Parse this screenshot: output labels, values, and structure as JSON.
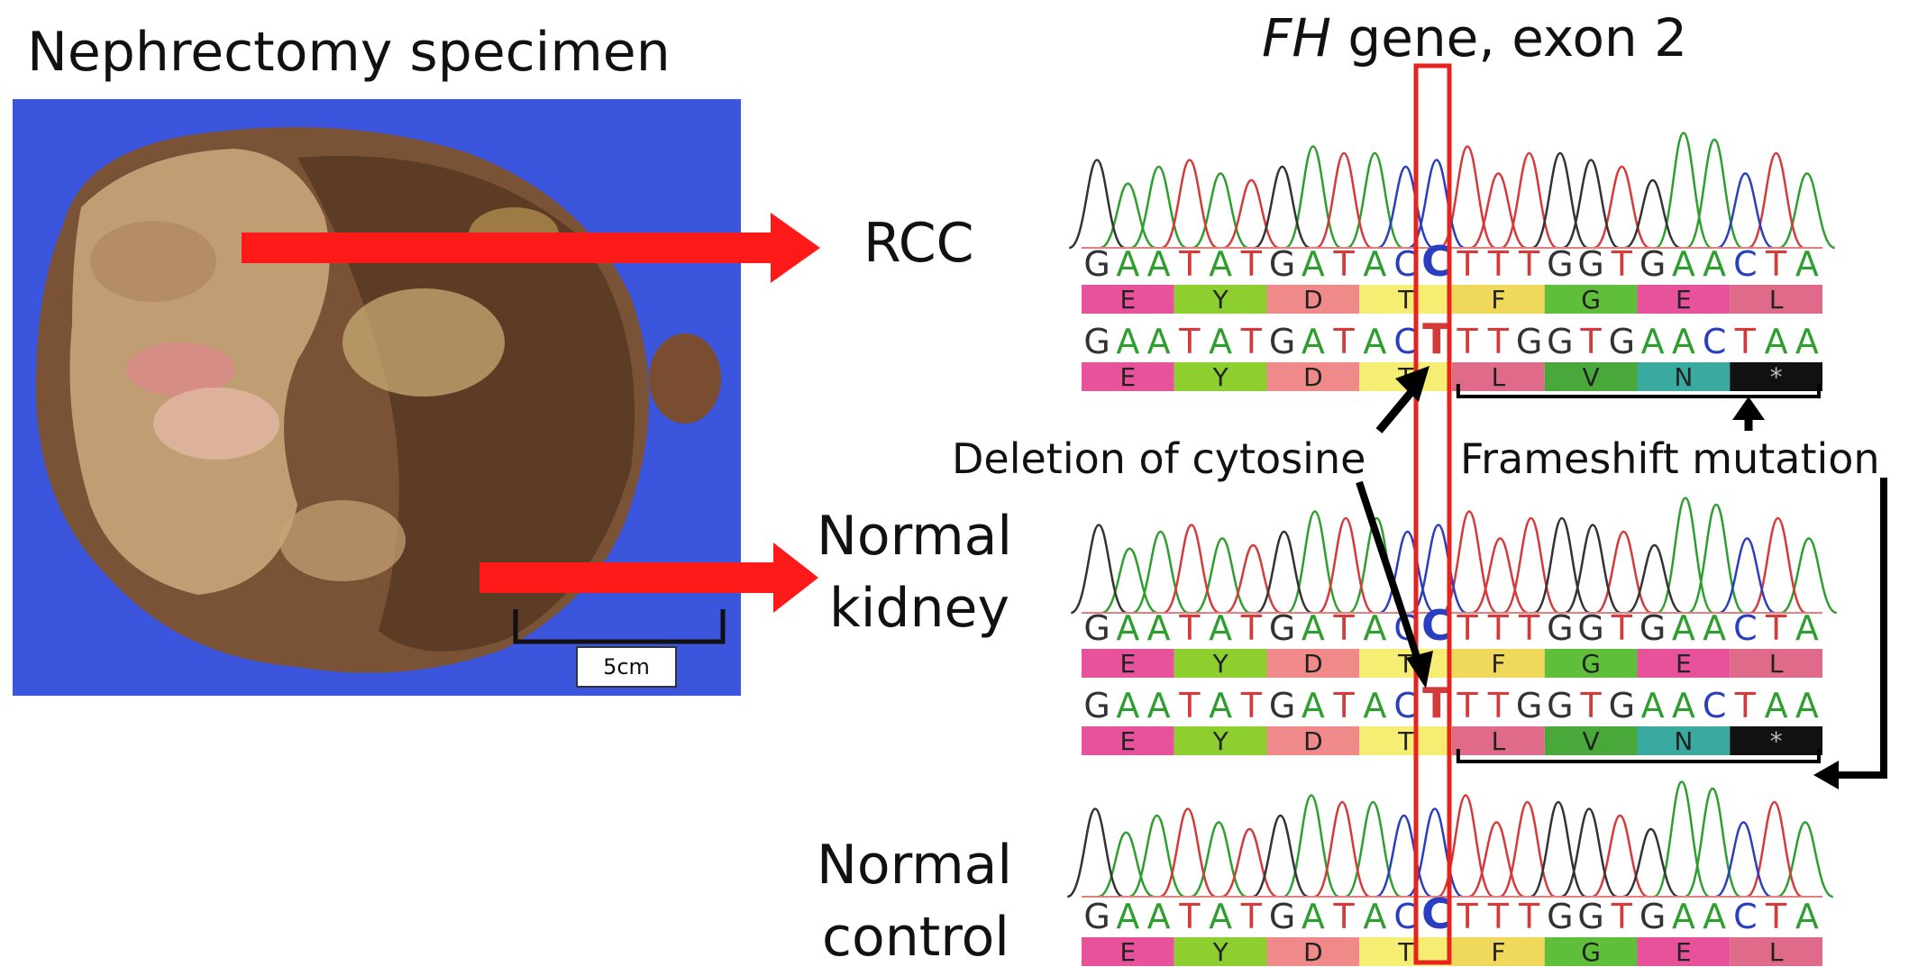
{
  "title_left": "Nephrectomy specimen",
  "title_right_gene": "FH",
  "title_right_rest": " gene, exon 2",
  "scale_bar_label": "5cm",
  "label_rcc": "RCC",
  "label_normal_kidney_1": "Normal",
  "label_normal_kidney_2": "kidney",
  "label_normal_control_1": "Normal",
  "label_normal_control_2": "control",
  "annot_deletion": "Deletion of cytosine",
  "annot_frameshift": "Frameshift mutation",
  "wt_seq": [
    "G",
    "A",
    "A",
    "T",
    "A",
    "T",
    "G",
    "A",
    "T",
    "A",
    "C",
    "C",
    "T",
    "T",
    "T",
    "G",
    "G",
    "T",
    "G",
    "A",
    "A",
    "C",
    "T",
    "A"
  ],
  "mut_seq": [
    "G",
    "A",
    "A",
    "T",
    "A",
    "T",
    "G",
    "A",
    "T",
    "A",
    "C",
    "T",
    "T",
    "T",
    "G",
    "G",
    "T",
    "G",
    "A",
    "A",
    "C",
    "T",
    "A",
    "A"
  ],
  "wt_aa": [
    "E",
    "Y",
    "D",
    "T",
    "F",
    "G",
    "E",
    "L"
  ],
  "mut_aa": [
    "E",
    "Y",
    "D",
    "T",
    "L",
    "V",
    "N",
    "*"
  ],
  "colors": {
    "arrow_red": "#ff1a1a",
    "highlight_box": "#e8231e",
    "photo_background": "#3c55dd",
    "base_A": "#2e9e2e",
    "base_T": "#d43a3a",
    "base_G": "#333333",
    "base_C": "#2a3fbf",
    "aa_E": "#e8529a",
    "aa_Y": "#8ccf2f",
    "aa_D": "#f08a8a",
    "aa_T": "#f5ee72",
    "aa_F": "#f0d85a",
    "aa_G": "#5fbf3a",
    "aa_L": "#e06a8a",
    "aa_V": "#49a83a",
    "aa_N": "#3aa9a0",
    "aa_stop": "#111111"
  }
}
